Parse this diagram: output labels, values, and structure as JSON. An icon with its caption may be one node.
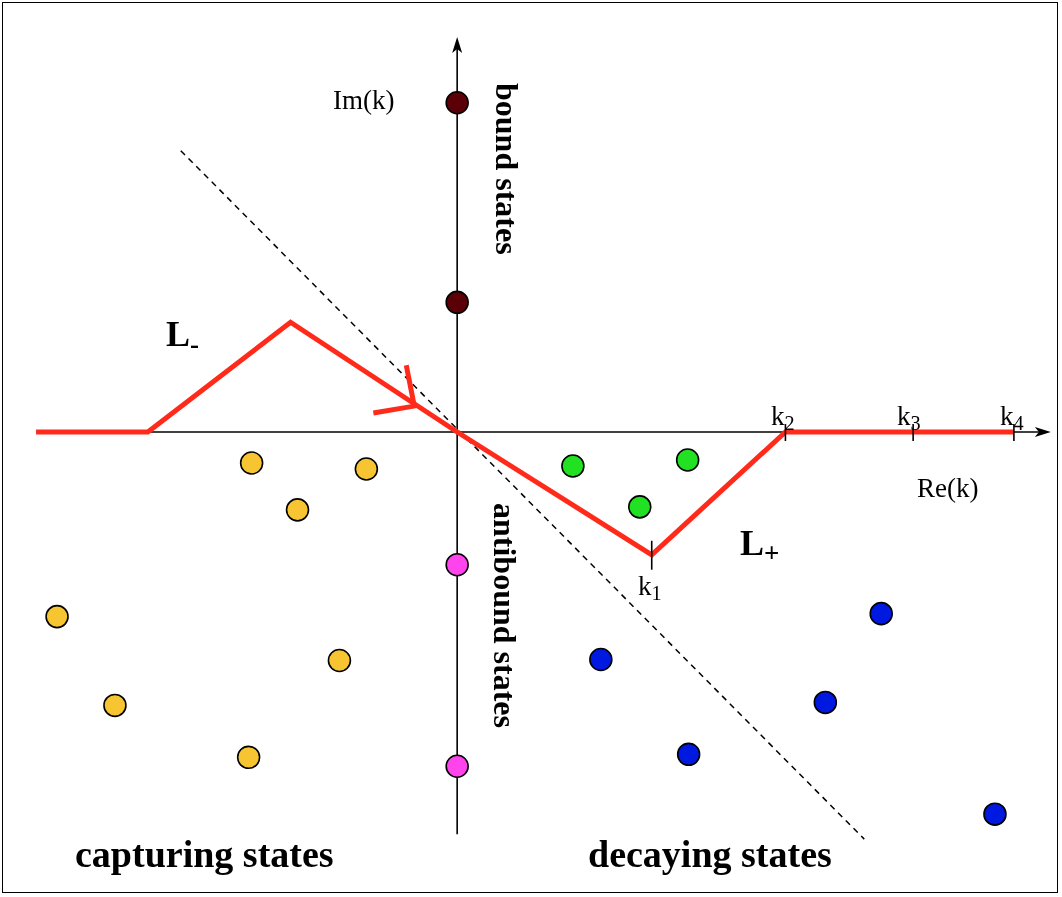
{
  "diagram": {
    "labels": [
      "Im(k)",
      "bound states",
      "L$_{-}$",
      "k$_{2}$",
      "k$_{3}$",
      "k$_{4}$",
      "Re(k)",
      "antibound states",
      "L$_{+}$",
      "k$_{1}$",
      "capturing states",
      "decaying states"
    ]
  }
}
